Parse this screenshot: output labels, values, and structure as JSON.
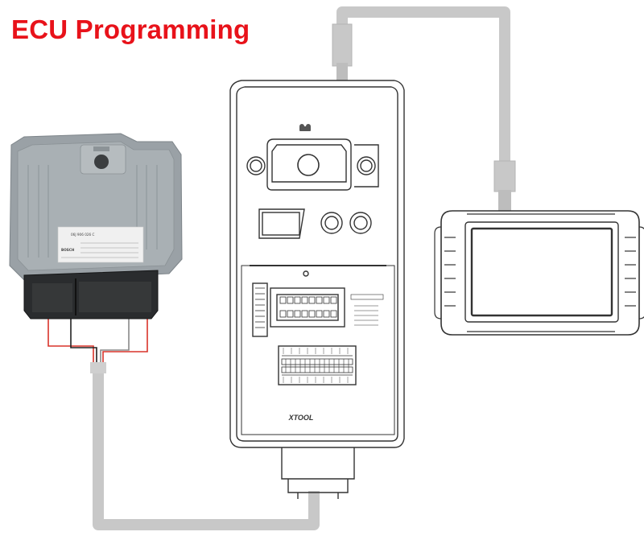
{
  "title": "ECU Programming",
  "colors": {
    "title": "#e8121a",
    "cable": "#c8c8c8",
    "ecu_body": "#9aa1a6",
    "connector": "#2a2c2e",
    "wire_red": "#d9332a",
    "wire_black": "#222222",
    "outline": "#333333"
  },
  "ecu": {
    "name": "ecu-module",
    "label_line1": "06J 906 026 C",
    "label_line2": "BOSCH"
  },
  "programmer": {
    "name": "xtool-programmer",
    "brand": "XTOOL",
    "icon": "puzzle-icon"
  },
  "tablet": {
    "name": "diagnostic-tablet"
  }
}
